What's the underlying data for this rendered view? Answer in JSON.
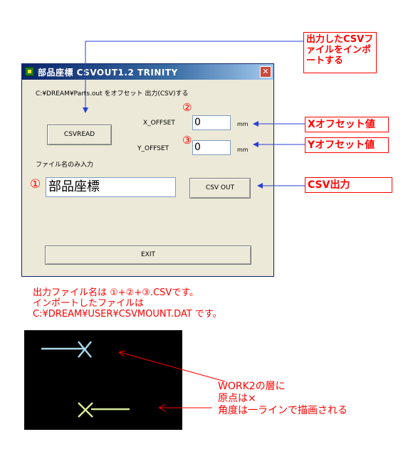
{
  "window": {
    "title": "部品座標 CSVOUT1.2 TRINITY",
    "close_label": "✕",
    "description": "C:¥DREAM¥Parts.out をオフセット 出力(CSV)する",
    "csvread_label": "CSVREAD",
    "x_offset_label": "X_OFFSET",
    "x_offset_value": "0",
    "y_offset_label": "Y_OFFSET",
    "y_offset_value": "0",
    "unit_mm": "mm",
    "filename_label": "ファイル名のみ入力",
    "filename_value": "部品座標",
    "csvout_label": "CSV OUT",
    "exit_label": "EXIT"
  },
  "annotations": {
    "import_note": [
      "出力したCSVフ",
      "ァイルをインポ",
      "ートする"
    ],
    "x_note": "Xオフセット値",
    "y_note": "Yオフセット値",
    "csv_note": "CSV出力",
    "num1": "①",
    "num2": "②",
    "num3": "③",
    "output_lines": [
      "出力ファイル名は ①+②+③.CSVです。",
      "インポートしたファイルは",
      "C:¥DREAM¥USER¥CSVMOUNT.DAT です。"
    ],
    "work_lines": [
      "WORK2の層に",
      "原点は×",
      "角度は一ラインで描画される"
    ]
  },
  "colors": {
    "annotation_red": "#ff0000",
    "arrow_blue": "#2a3fd6",
    "line_cyan": "#a8d8e8",
    "line_green": "#d8e89a"
  }
}
